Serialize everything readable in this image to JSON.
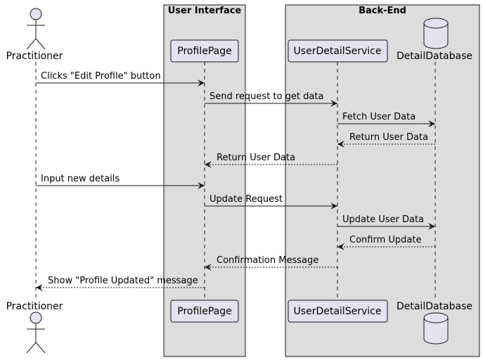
{
  "boxes": [
    {
      "id": "ui",
      "title": "User Interface"
    },
    {
      "id": "backend",
      "title": "Back-End"
    }
  ],
  "participants": [
    {
      "id": "practitioner",
      "label": "Practitioner",
      "shape": "actor-icon"
    },
    {
      "id": "profilepage",
      "label": "ProfilePage",
      "shape": "participant-box"
    },
    {
      "id": "userdetailservice",
      "label": "UserDetailService",
      "shape": "participant-box"
    },
    {
      "id": "detaildatabase",
      "label": "DetailDatabase",
      "shape": "database-icon"
    }
  ],
  "messages": [
    {
      "from": "practitioner",
      "to": "profilepage",
      "label": "Clicks \"Edit Profile\" button",
      "style": "solid"
    },
    {
      "from": "profilepage",
      "to": "userdetailservice",
      "label": "Send request to get data",
      "style": "solid"
    },
    {
      "from": "userdetailservice",
      "to": "detaildatabase",
      "label": "Fetch User Data",
      "style": "solid"
    },
    {
      "from": "detaildatabase",
      "to": "userdetailservice",
      "label": "Return User Data",
      "style": "dashed"
    },
    {
      "from": "userdetailservice",
      "to": "profilepage",
      "label": "Return User Data",
      "style": "dashed"
    },
    {
      "from": "practitioner",
      "to": "profilepage",
      "label": "Input new details",
      "style": "solid"
    },
    {
      "from": "profilepage",
      "to": "userdetailservice",
      "label": "Update Request",
      "style": "solid"
    },
    {
      "from": "userdetailservice",
      "to": "detaildatabase",
      "label": "Update User Data",
      "style": "solid"
    },
    {
      "from": "detaildatabase",
      "to": "userdetailservice",
      "label": "Confirm Update",
      "style": "dashed"
    },
    {
      "from": "userdetailservice",
      "to": "profilepage",
      "label": "Confirmation Message",
      "style": "dashed"
    },
    {
      "from": "profilepage",
      "to": "practitioner",
      "label": "Show \"Profile Updated\" message",
      "style": "dashed"
    }
  ],
  "colors": {
    "box_fill": "#dddddd",
    "box_border": "#181818",
    "participant_fill": "#e2e2f0",
    "participant_border": "#181818",
    "lifeline": "#181818",
    "arrow": "#181818"
  }
}
